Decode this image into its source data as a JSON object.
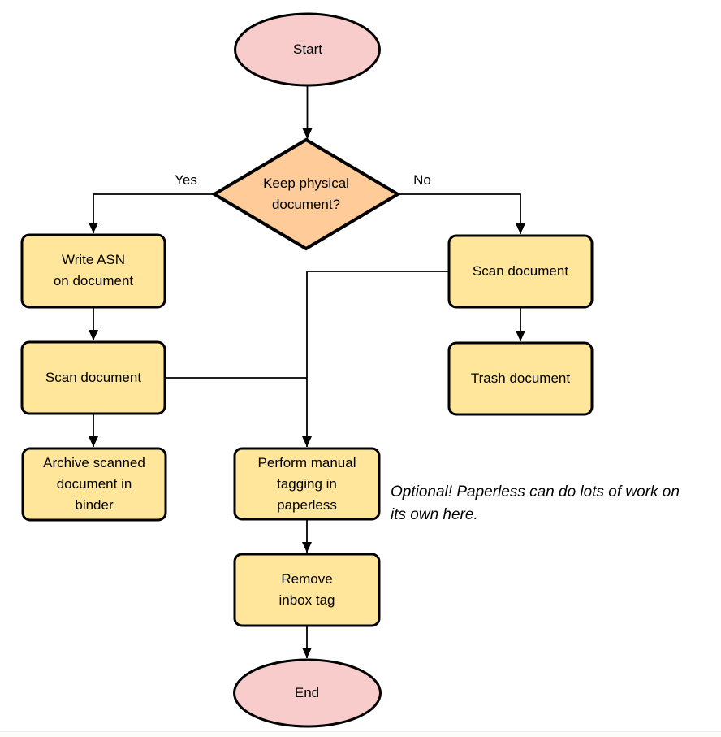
{
  "diagram": {
    "nodes": {
      "start": {
        "label": "Start",
        "type": "terminator"
      },
      "decision": {
        "label": "Keep physical\ndocument?",
        "type": "decision"
      },
      "write_asn": {
        "label": "Write ASN\non document",
        "type": "process"
      },
      "scan_left": {
        "label": "Scan document",
        "type": "process"
      },
      "archive": {
        "label": "Archive scanned\ndocument in\nbinder",
        "type": "process"
      },
      "scan_right": {
        "label": "Scan document",
        "type": "process"
      },
      "trash": {
        "label": "Trash document",
        "type": "process"
      },
      "tagging": {
        "label": "Perform manual\ntagging in\npaperless",
        "type": "process"
      },
      "remove_inbox": {
        "label": "Remove\ninbox tag",
        "type": "process"
      },
      "end": {
        "label": "End",
        "type": "terminator"
      }
    },
    "edge_labels": {
      "yes": "Yes",
      "no": "No"
    },
    "note": "Optional! Paperless can do lots of work on\nits own here.",
    "colors": {
      "terminator_fill": "#F9CCCC",
      "decision_fill": "#FFCC99",
      "process_fill": "#FFE69A",
      "stroke": "#000000",
      "background": "#FFFFFF"
    }
  }
}
